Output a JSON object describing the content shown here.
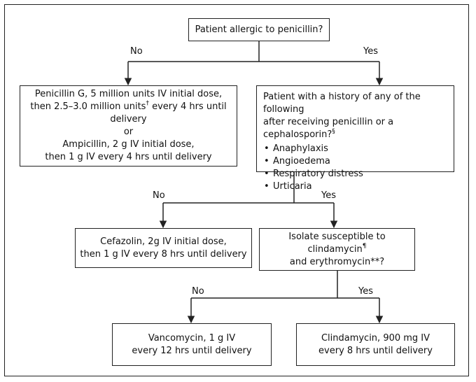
{
  "diagram": {
    "root": {
      "text": "Patient allergic to penicillin?"
    },
    "branch_no": "No",
    "branch_yes": "Yes",
    "penicillin_box": {
      "line1": "Penicillin G, 5 million units IV initial dose,",
      "line2_pre": "then 2.5–3.0 million units",
      "line2_mark": "†",
      "line2_post": " every 4 hrs until delivery",
      "line3": "or",
      "line4": "Ampicillin, 2 g IV initial dose,",
      "line5": "then 1 g IV every 4 hrs until delivery"
    },
    "history_box": {
      "line1": "Patient with a history of any of the following",
      "line2_pre": "after receiving penicillin or a cephalosporin?",
      "line2_mark": "§",
      "bullets": [
        "Anaphylaxis",
        "Angioedema",
        "Respiratory distress",
        "Urticaria"
      ]
    },
    "cefazolin_box": {
      "line1": "Cefazolin, 2g IV initial dose,",
      "line2": "then 1 g IV every 8 hrs until delivery"
    },
    "isolate_box": {
      "line1_pre": "Isolate susceptible to clindamycin",
      "line1_mark": "¶",
      "line2": "and erythromycin**?"
    },
    "vancomycin_box": {
      "line1": "Vancomycin, 1 g IV",
      "line2": "every 12 hrs until delivery"
    },
    "clindamycin_box": {
      "line1": "Clindamycin, 900 mg IV",
      "line2": "every 8 hrs until delivery"
    }
  }
}
